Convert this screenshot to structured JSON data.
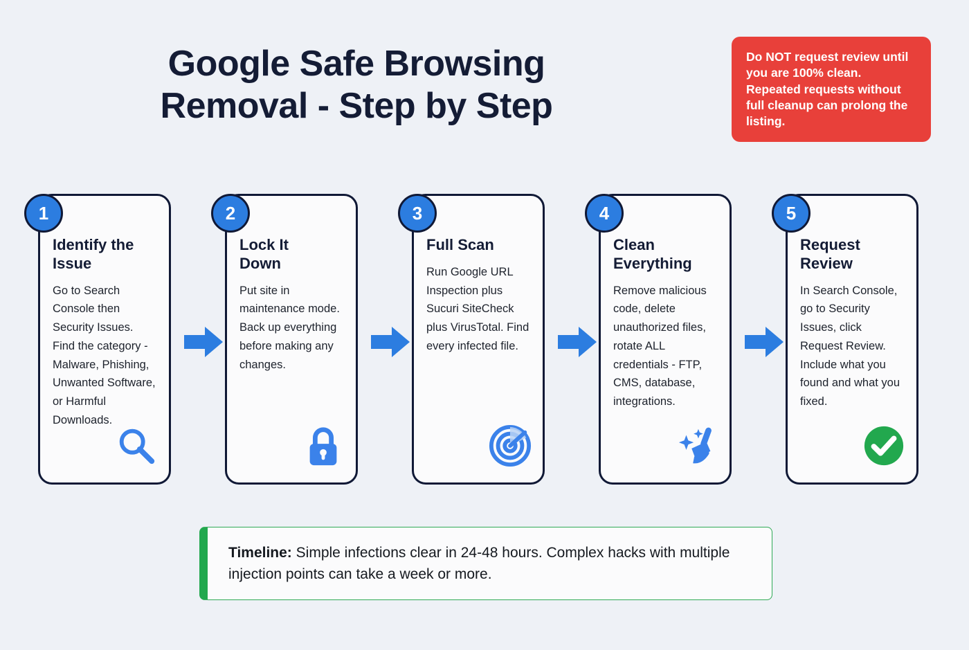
{
  "title": {
    "line1": "Google Safe Browsing",
    "line2": "Removal - Step by Step"
  },
  "warning": {
    "text": "Do NOT request review until you are 100% clean. Repeated requests without full cleanup can prolong the listing.",
    "color": "#e8403a"
  },
  "colors": {
    "background": "#eef1f6",
    "card_border": "#101936",
    "accent_blue": "#2c7de0",
    "icon_blue": "#3b82ea",
    "success_green": "#22a84e",
    "heading": "#141c35"
  },
  "steps": [
    {
      "number": "1",
      "heading": "Identify the\nIssue",
      "body": "Go to Search Console then Security Issues. Find the category - Malware, Phishing, Unwanted Software, or Harmful Downloads.",
      "icon": "magnifier-icon"
    },
    {
      "number": "2",
      "heading": "Lock It\nDown",
      "body": "Put site in maintenance mode. Back up everything before making any changes.",
      "icon": "padlock-icon"
    },
    {
      "number": "3",
      "heading": "Full Scan",
      "body": "Run Google URL Inspection plus Sucuri SiteCheck plus VirusTotal. Find every infected file.",
      "icon": "radar-scan-icon"
    },
    {
      "number": "4",
      "heading": "Clean\nEverything",
      "body": "Remove malicious code, delete unauthorized files, rotate ALL credentials - FTP, CMS, database, integrations.",
      "icon": "broom-sparkle-icon"
    },
    {
      "number": "5",
      "heading": "Request\nReview",
      "body": "In Search Console, go to Security Issues, click Request Review. Include what you found and what you fixed.",
      "icon": "check-circle-icon"
    }
  ],
  "connectors": [
    {
      "name": "arrow-1-to-2"
    },
    {
      "name": "arrow-2-to-3"
    },
    {
      "name": "arrow-3-to-4"
    },
    {
      "name": "arrow-4-to-5"
    }
  ],
  "timeline": {
    "label": "Timeline:",
    "text": " Simple infections clear in 24-48 hours. Complex hacks with multiple injection points can take a week or more."
  }
}
